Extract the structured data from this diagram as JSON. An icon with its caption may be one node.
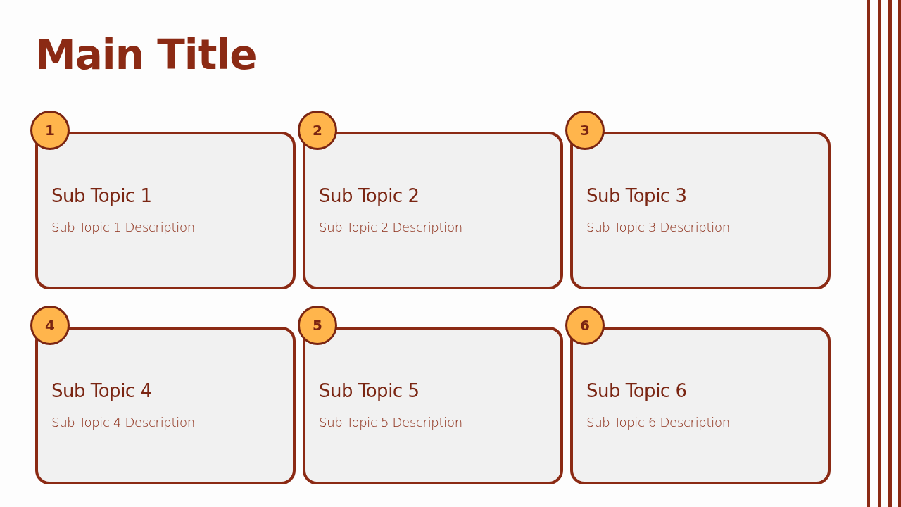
{
  "diagram": {
    "title": "Main Title",
    "nodes": [
      {
        "text": [
          "1"
        ]
      },
      {
        "text": [
          "Sub Topic 1",
          "Sub Topic 1 Description"
        ]
      },
      {
        "text": [
          "2"
        ]
      },
      {
        "text": [
          "Sub Topic 2",
          "Sub Topic 2 Description"
        ]
      },
      {
        "text": [
          "3"
        ]
      },
      {
        "text": [
          "Sub Topic 3",
          "Sub Topic 3 Description"
        ]
      },
      {
        "text": [
          "4"
        ]
      },
      {
        "text": [
          "Sub Topic 4",
          "Sub Topic 4 Description"
        ]
      },
      {
        "text": [
          "5"
        ]
      },
      {
        "text": [
          "Sub Topic 5",
          "Sub Topic 5 Description"
        ]
      },
      {
        "text": [
          "6"
        ]
      },
      {
        "text": [
          "Sub Topic 6",
          "Sub Topic 6 Description"
        ]
      }
    ]
  }
}
